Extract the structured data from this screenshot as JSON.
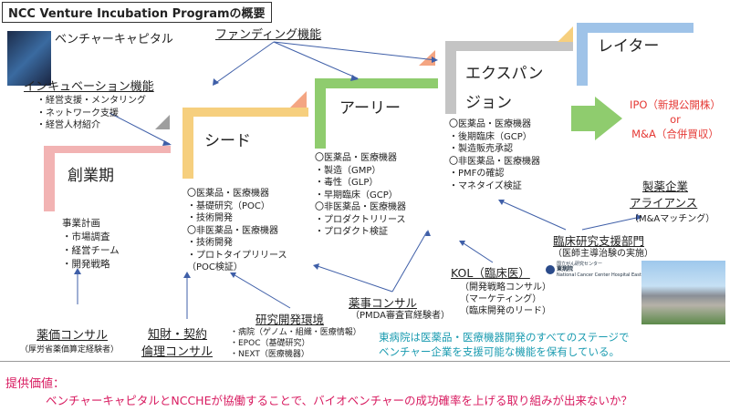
{
  "title": "NCC Venture Incubation Programの概要",
  "vc": {
    "label": "ベンチャーキャピタル"
  },
  "funding": {
    "label": "ファンディング機能"
  },
  "incubation": {
    "label": "インキュベーション機能",
    "items": [
      "・経営支援・メンタリング",
      "・ネットワーク支援",
      "・経営人材紹介"
    ]
  },
  "stages": {
    "sogyo": "創業期",
    "seed": "シード",
    "early": "アーリー",
    "expansion_1": "エクスパン",
    "expansion_2": "ジョン",
    "later": "レイター"
  },
  "sogyo_items": [
    "事業計画",
    "・市場調査",
    "・経営チーム",
    "・開発戦略"
  ],
  "seed_items": [
    "〇医薬品・医療機器",
    "・基礎研究（POC）",
    "・技術開発",
    "〇非医薬品・医療機器",
    "・技術開発",
    "・プロトタイプリリース",
    "（POC検証）"
  ],
  "early_items": [
    "〇医薬品・医療機器",
    "・製造（GMP）",
    "・毒性（GLP）",
    "・早期臨床（GCP）",
    "〇非医薬品・医療機器",
    "・プロダクトリリース",
    "・プロダクト検証"
  ],
  "expansion_items": [
    "〇医薬品・医療機器",
    "・後期臨床（GCP）",
    "・製造販売承認",
    "〇非医薬品・医療機器",
    "・PMFの確認",
    "・マネタイズ検証"
  ],
  "exit": {
    "line1": "IPO（新規公開株）",
    "line2": "or",
    "line3": "M&A（合併買収）"
  },
  "pharma_alliance": {
    "line1": "製薬企業",
    "line2": "アライアンス",
    "sub": "（M&Aマッチング）"
  },
  "clinical_support": {
    "label": "臨床研究支援部門",
    "sub": "（医師主導治験の実施）"
  },
  "kol": {
    "label": "KOL（臨床医）",
    "subs": [
      "（開発戦略コンサル）",
      "（マーケティング）",
      "（臨床開発のリード）"
    ]
  },
  "pmda": {
    "label": "薬事コンサル",
    "sub": "（PMDA審査官経験者）"
  },
  "research_env": {
    "label": "研究開発環境",
    "items": [
      "・病院（ゲノム・組織・医療情報）",
      "・EPOC（基礎研究）",
      "・NEXT（医療機器）"
    ]
  },
  "ip_ethics": {
    "line1": "知財・契約",
    "line2": "倫理コンサル"
  },
  "price": {
    "label": "薬価コンサル",
    "sub": "（厚労省薬価算定経験者）"
  },
  "hospital_logo": [
    "国立がん研究センター",
    "東病院",
    "National Cancer Center Hospital East"
  ],
  "note": {
    "line1": "東病院は医薬品・医療機器開発のすべてのステージで",
    "line2": "ベンチャー企業を支援可能な機能を保有している。"
  },
  "provide": {
    "title": "提供価値：",
    "text": "ベンチャーキャピタルとNCCHEが協働することで、バイオベンチャーの成功確率を上げる取り組みが出来ないか？"
  },
  "colors": {
    "sogyo": "#f2b3b3",
    "seed": "#f6cf7e",
    "early": "#8fcc6e",
    "expansion": "#c4c4c4",
    "later": "#9fc3e8",
    "arrow": "#8fcc6e",
    "exit": "#e53935",
    "pink": "#d81b60",
    "note": "#1a9bb0"
  }
}
